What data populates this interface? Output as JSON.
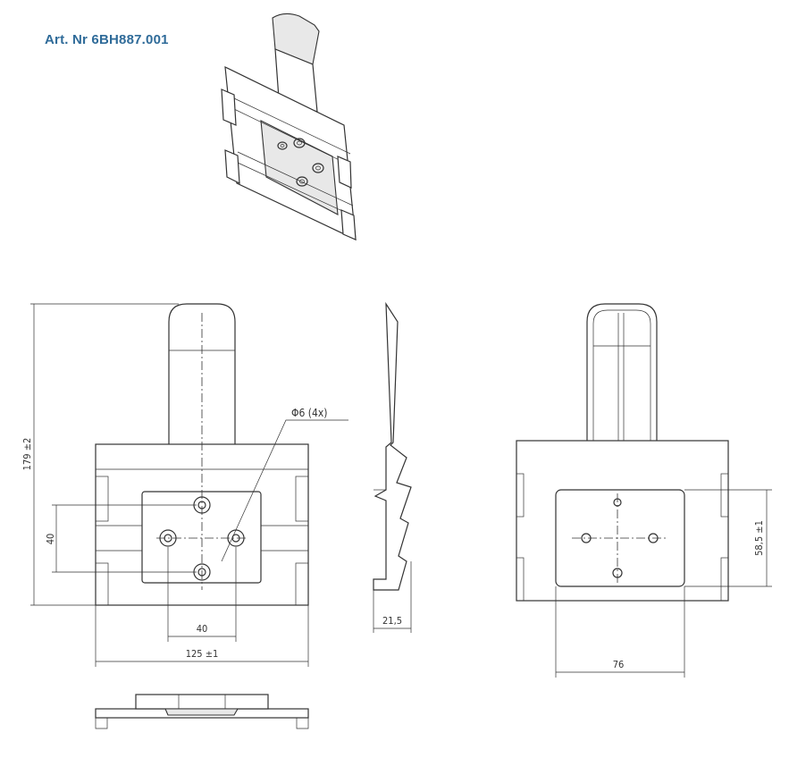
{
  "title": "Art. Nr 6BH887.001",
  "dimensions": {
    "height": "179 ±2",
    "hole_spacing_vertical": "40",
    "hole_spacing_horizontal": "40",
    "width": "125 ±1",
    "hole_diameter": "Φ6 (4x)",
    "depth": "21,5",
    "plate_height": "58,5 ±1",
    "plate_width": "76"
  }
}
